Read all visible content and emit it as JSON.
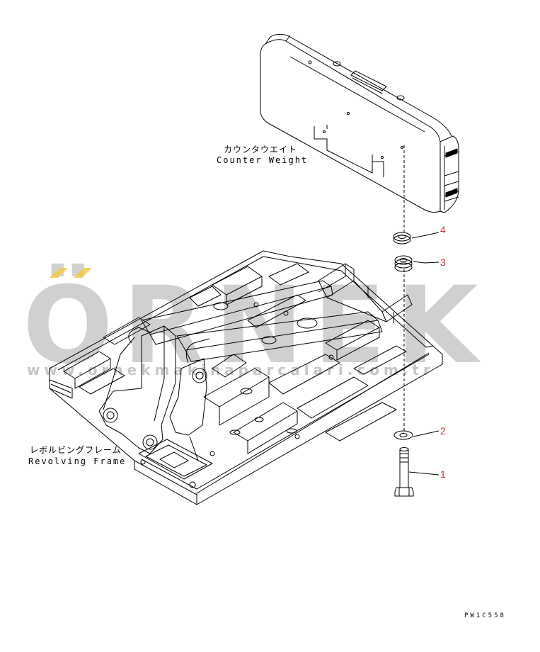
{
  "labels": {
    "counterweight_jp": "カウンタウエイト",
    "counterweight_en": "Counter Weight",
    "frame_jp": "レボルビングフレーム",
    "frame_en": "Revolving Frame",
    "drawing_code": "PW1C558"
  },
  "callouts": [
    "4",
    "3",
    "2",
    "1"
  ],
  "watermark": {
    "brand": "ÖRNEK",
    "url": "www.ornekmakinaparcalari.com.tr"
  },
  "colors": {
    "line": "#000000",
    "callout": "#c8323c",
    "watermark_gray": "#969696",
    "watermark_accent": "#f2c94c"
  }
}
